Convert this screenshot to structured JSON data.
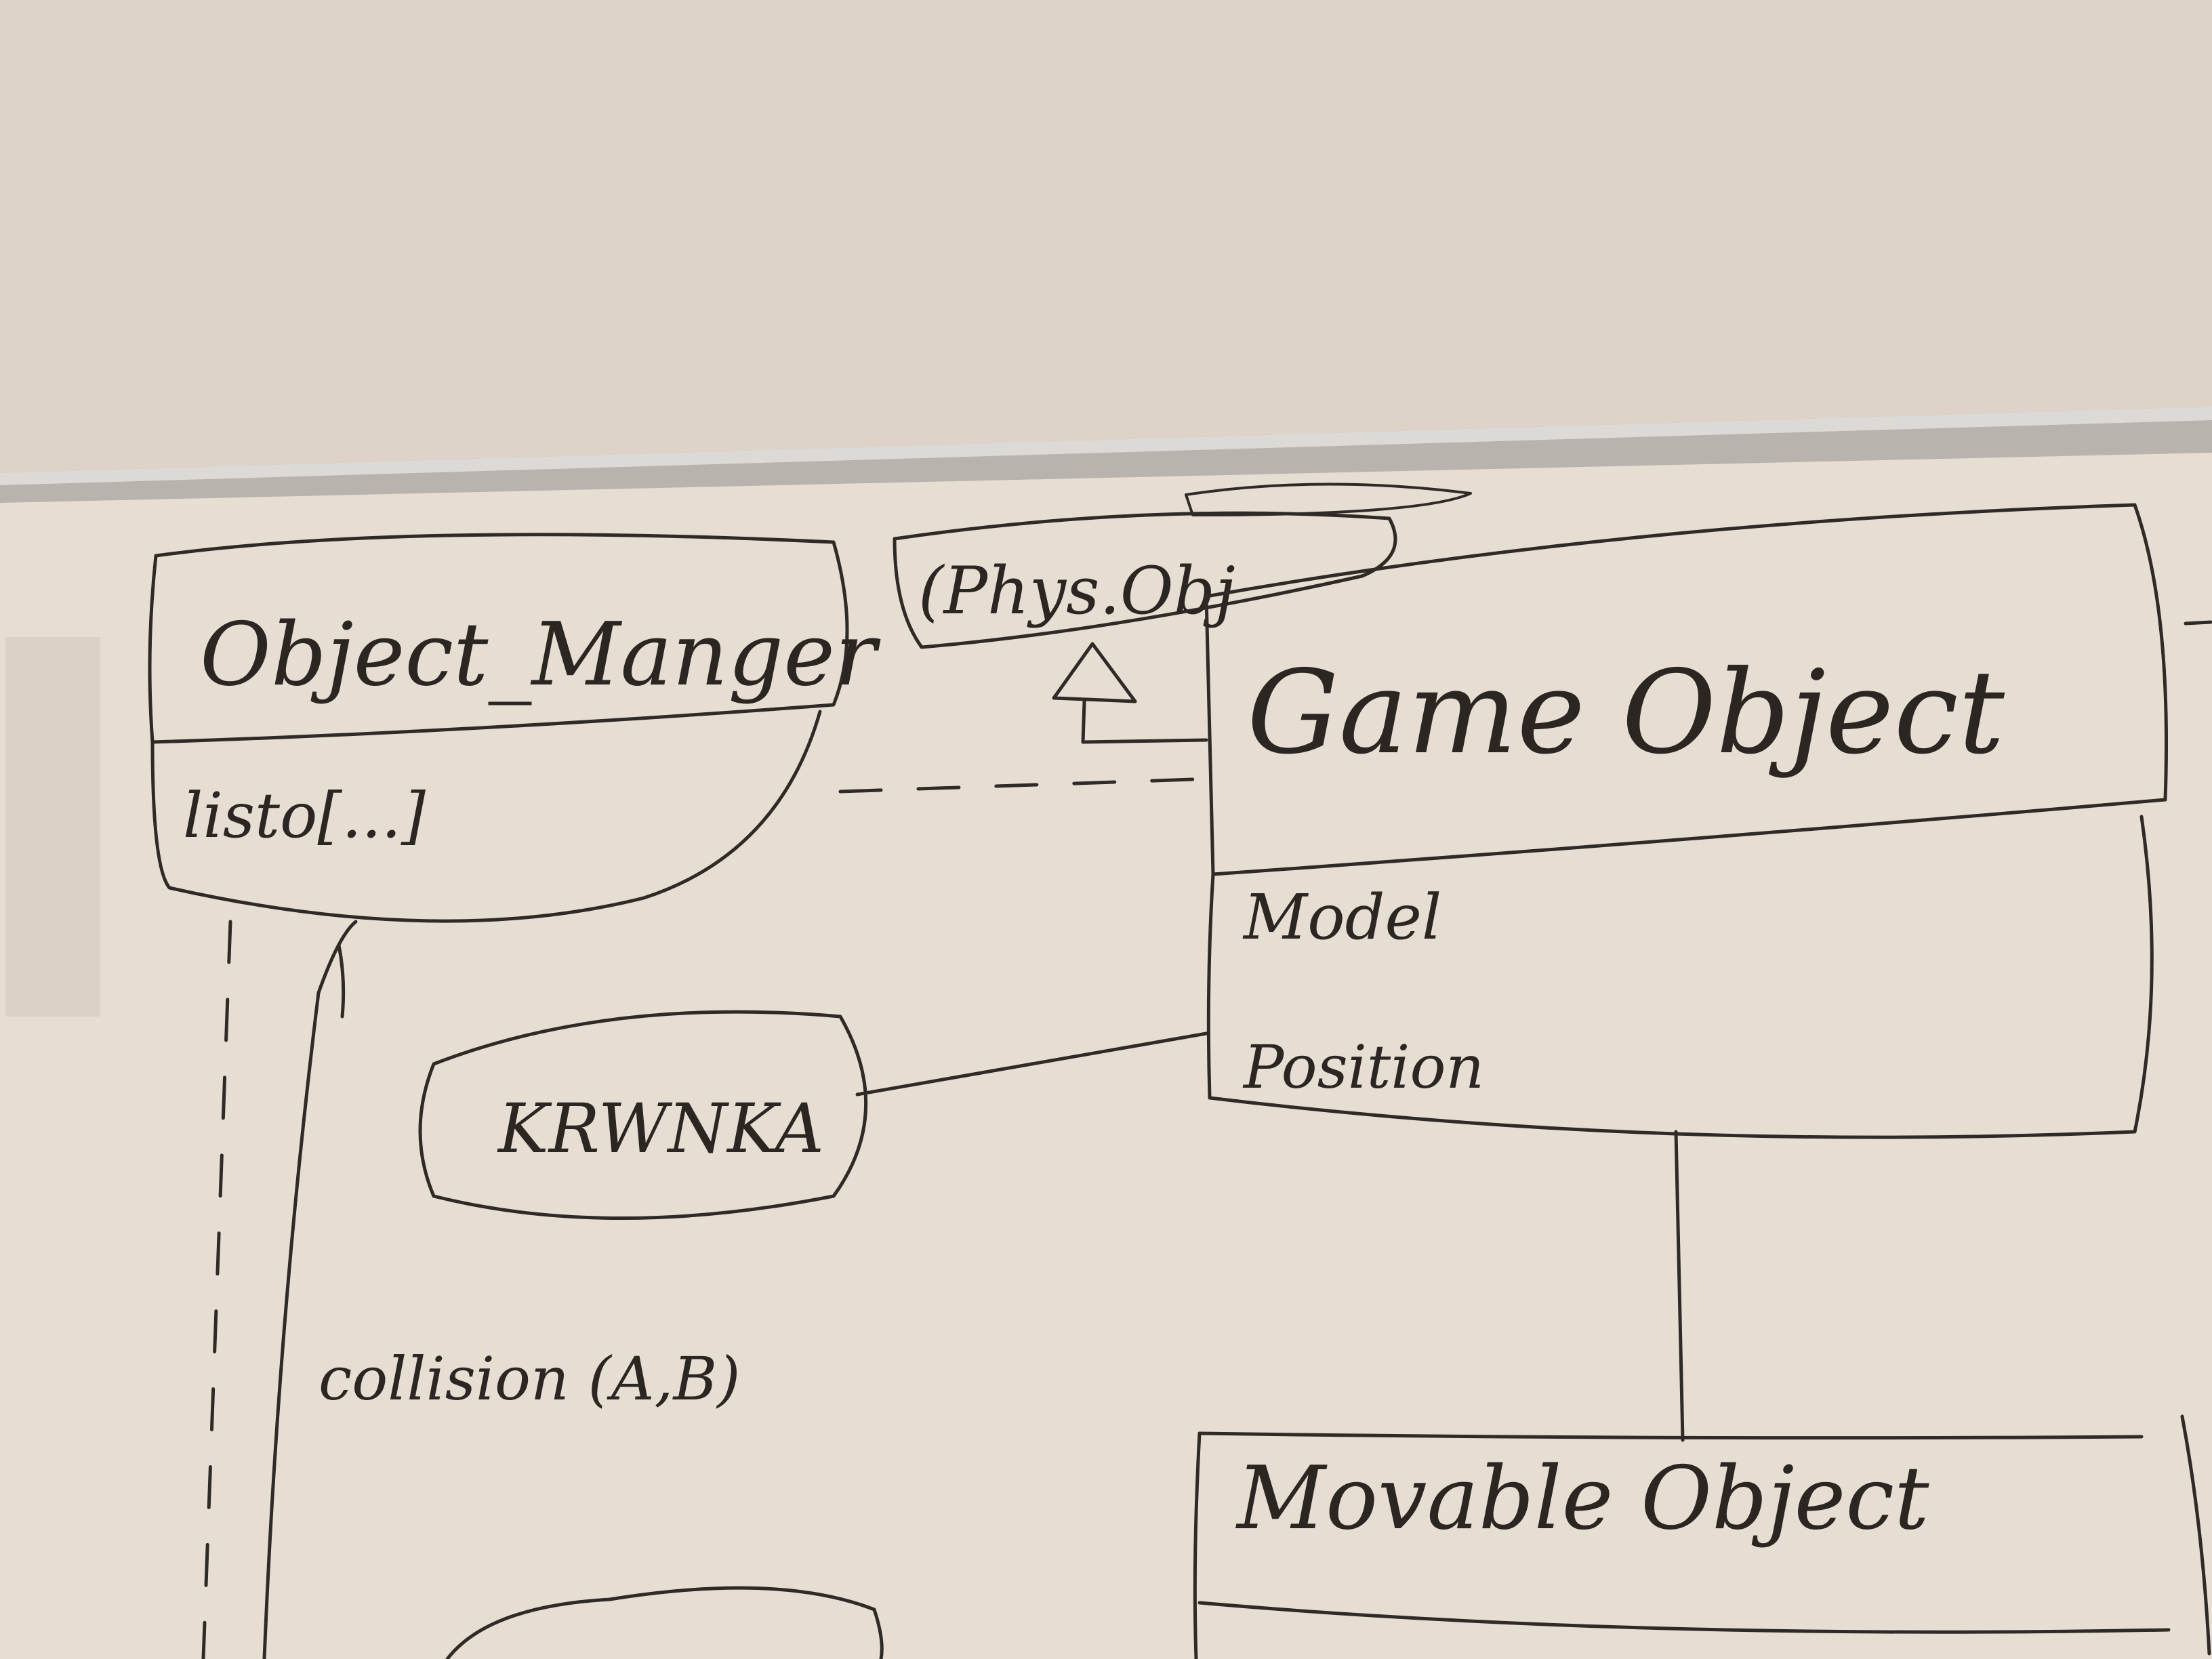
{
  "whiteboard": {
    "wall_color": "#ddd3c8",
    "board_color": "#e6ddd3",
    "ink_color": "#2f2a26"
  },
  "classes": {
    "object_manager": {
      "name": "Object_Manger",
      "field": "listo[...]"
    },
    "phys_object": {
      "label": "(Phys.Obj"
    },
    "game_object": {
      "name": "Game Object",
      "fields": [
        "Model",
        "Position"
      ]
    },
    "krabice": {
      "name": "KRWNKA"
    },
    "movable_object": {
      "name": "Movable Object"
    }
  },
  "annotations": {
    "collision": "collision (A,B)"
  }
}
